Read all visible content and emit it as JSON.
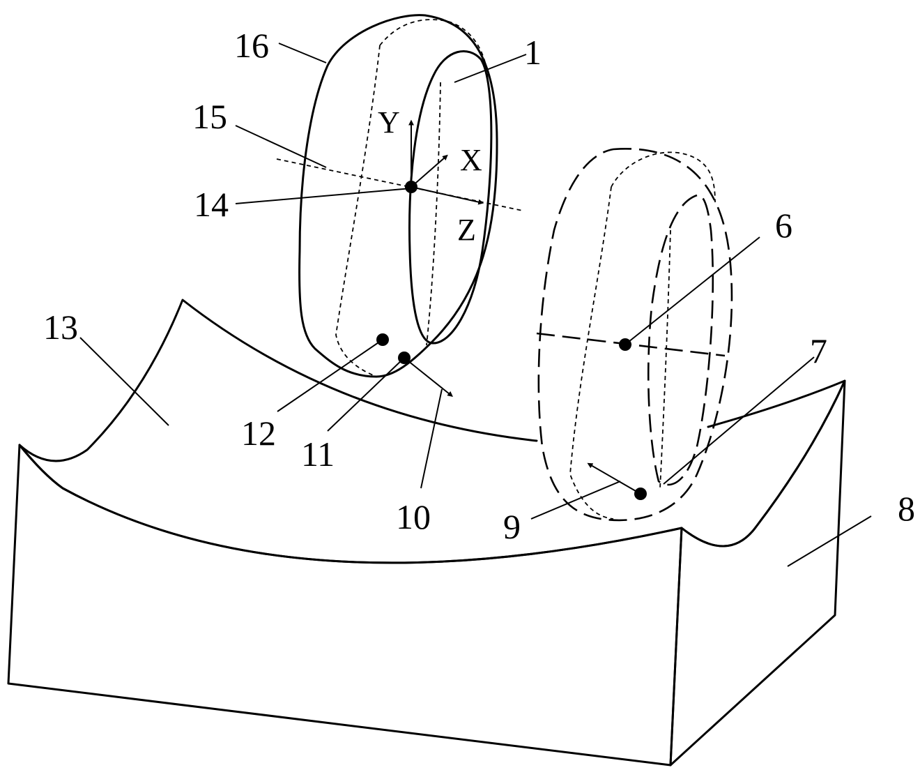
{
  "axes": {
    "y": "Y",
    "x": "X",
    "z": "Z"
  },
  "labels": {
    "l1": "1",
    "l6": "6",
    "l7": "7",
    "l8": "8",
    "l9": "9",
    "l10": "10",
    "l11": "11",
    "l12": "12",
    "l13": "13",
    "l14": "14",
    "l15": "15",
    "l16": "16"
  }
}
